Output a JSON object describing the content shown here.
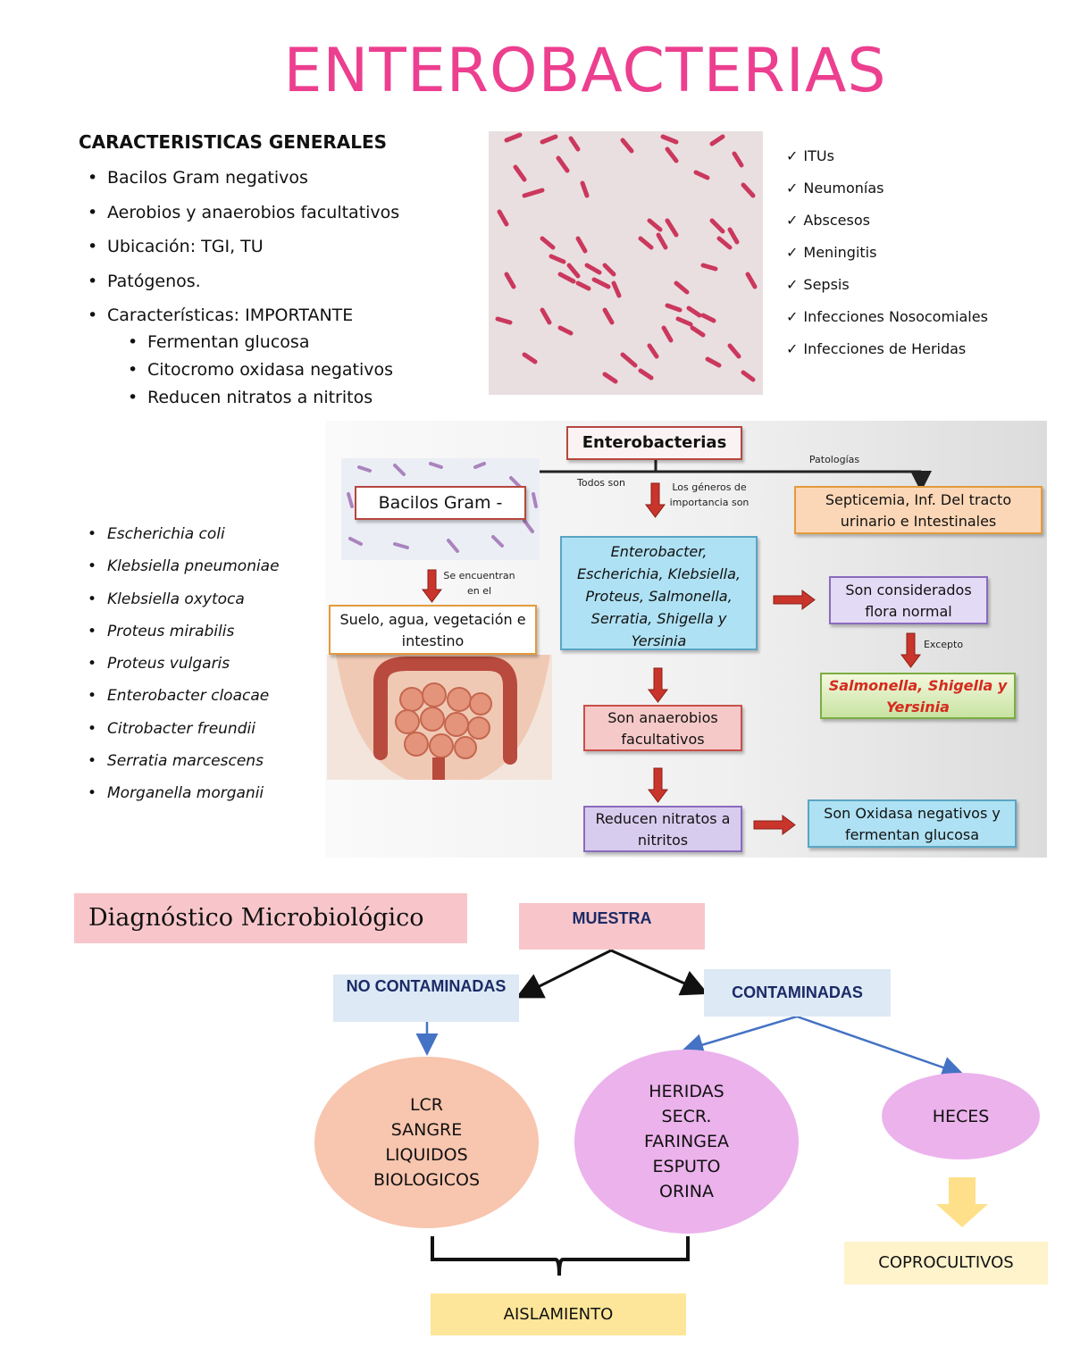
{
  "title": "ENTEROBACTERIAS",
  "generales": {
    "heading": "CARACTERISTICAS GENERALES",
    "items": [
      "Bacilos Gram negativos",
      "Aerobios y anaerobios facultativos",
      "Ubicación: TGI, TU",
      "Patógenos.",
      "Características: IMPORTANTE"
    ],
    "subitems": [
      "Fermentan glucosa",
      "Citocromo oxidasa negativos",
      "Reducen nitratos a nitritos"
    ]
  },
  "infecciones": [
    "ITUs",
    "Neumonías",
    "Abscesos",
    "Meningitis",
    "Sepsis",
    "Infecciones Nosocomiales",
    "Infecciones de Heridas"
  ],
  "especies": [
    "Escherichia coli",
    "Klebsiella pneumoniae",
    "Klebsiella oxytoca",
    "Proteus mirabilis",
    "Proteus vulgaris",
    "Enterobacter cloacae",
    "Citrobacter freundii",
    "Serratia marcescens",
    "Morganella morganii"
  ],
  "flowchart": {
    "root": "Enterobacterias",
    "todos_son": "Todos son",
    "generos_label": "Los géneros de importancia son",
    "patologias_label": "Patologías",
    "bacilos": "Bacilos Gram -",
    "se_encuentran": "Se encuentran en el",
    "suelo": "Suelo, agua, vegetación e intestino",
    "generos": "Enterobacter, Escherichia, Klebsiella, Proteus, Salmonella, Serratia, Shigella y Yersinia",
    "septicemia": "Septicemia, Inf. Del tracto urinario e Intestinales",
    "flora": "Son considerados flora normal",
    "excepto": "Excepto",
    "excepciones": "Salmonella, Shigella y Yersinia",
    "anaerobios": "Son anaerobios facultativos",
    "nitratos": "Reducen nitratos a nitritos",
    "oxidasa": "Son Oxidasa negativos y fermentan glucosa"
  },
  "diagnostico": {
    "heading": "Diagnóstico Microbiológico",
    "muestra": "MUESTRA",
    "no_contaminadas": "NO CONTAMINADAS",
    "contaminadas": "CONTAMINADAS",
    "esteriles": [
      "LCR",
      "SANGRE",
      "LIQUIDOS",
      "BIOLOGICOS"
    ],
    "contaminadas_items": [
      "HERIDAS",
      "SECR.",
      "FARINGEA",
      "ESPUTO",
      "ORINA"
    ],
    "heces": "HECES",
    "coprocultivos": "COPROCULTIVOS",
    "aislamiento": "AISLAMIENTO"
  }
}
